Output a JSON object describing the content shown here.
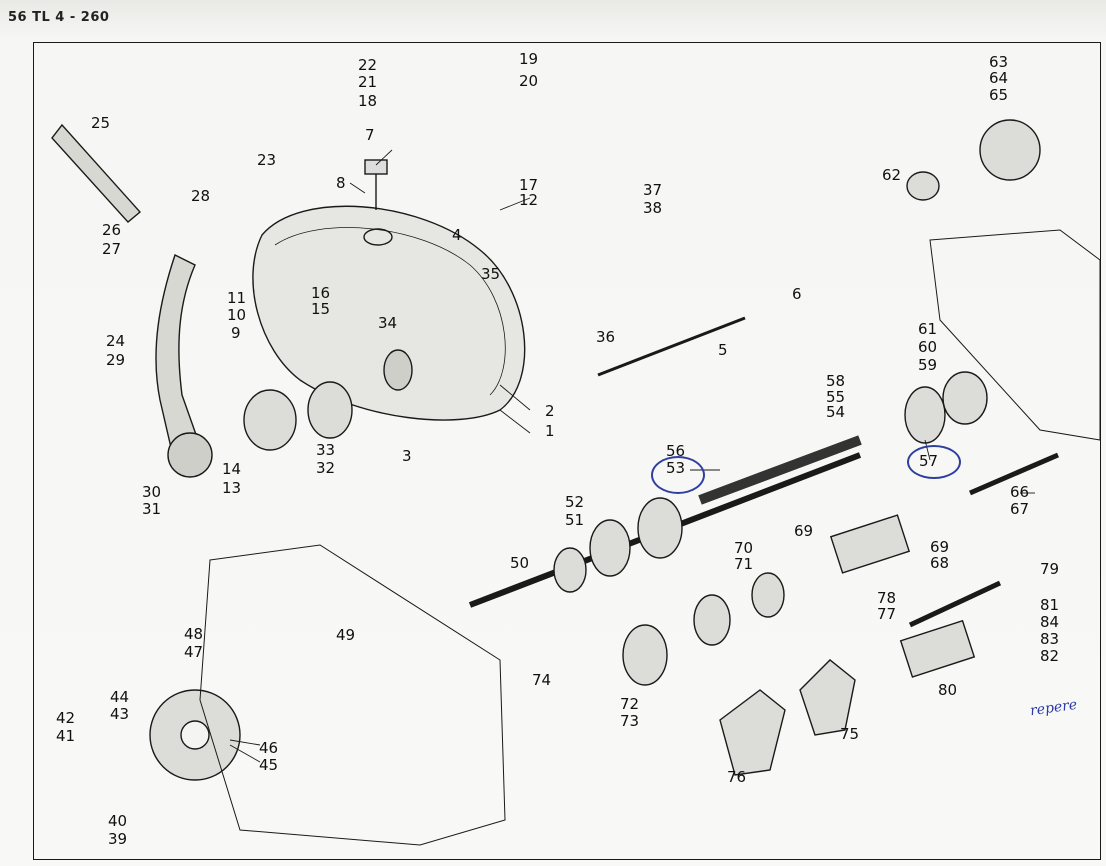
{
  "header": {
    "code": "56 TL 4 - 260"
  },
  "labels": {
    "l1": "1",
    "l2": "2",
    "l3": "3",
    "l4": "4",
    "l5": "5",
    "l6": "6",
    "l7": "7",
    "l8": "8",
    "l9": "9",
    "l10": "10",
    "l11": "11",
    "l12": "12",
    "l13": "13",
    "l14": "14",
    "l15": "15",
    "l16": "16",
    "l17": "17",
    "l18": "18",
    "l19": "19",
    "l20": "20",
    "l21": "21",
    "l22": "22",
    "l23": "23",
    "l24": "24",
    "l25": "25",
    "l26": "26",
    "l27": "27",
    "l28": "28",
    "l29": "29",
    "l30": "30",
    "l31": "31",
    "l32": "32",
    "l33": "33",
    "l34": "34",
    "l35": "35",
    "l36": "36",
    "l37": "37",
    "l38": "38",
    "l39": "39",
    "l40": "40",
    "l41": "41",
    "l42": "42",
    "l43": "43",
    "l44": "44",
    "l45": "45",
    "l46": "46",
    "l47": "47",
    "l48": "48",
    "l49": "49",
    "l50": "50",
    "l51": "51",
    "l52": "52",
    "l53": "53",
    "l54": "54",
    "l55": "55",
    "l56": "56",
    "l57": "57",
    "l58": "58",
    "l59": "59",
    "l60": "60",
    "l61": "61",
    "l62": "62",
    "l63": "63",
    "l64": "64",
    "l65": "65",
    "l66": "66",
    "l67": "67",
    "l68": "68",
    "l69a": "69",
    "l69b": "69",
    "l70": "70",
    "l71": "71",
    "l72": "72",
    "l73": "73",
    "l74": "74",
    "l75": "75",
    "l76": "76",
    "l77": "77",
    "l78": "78",
    "l79": "79",
    "l80": "80",
    "l81": "81",
    "l82": "82",
    "l83": "83",
    "l84": "84"
  },
  "handwritten_note": "repere",
  "colors": {
    "ink": "#1a1a1a",
    "annotation_blue": "#2e3fa0"
  }
}
